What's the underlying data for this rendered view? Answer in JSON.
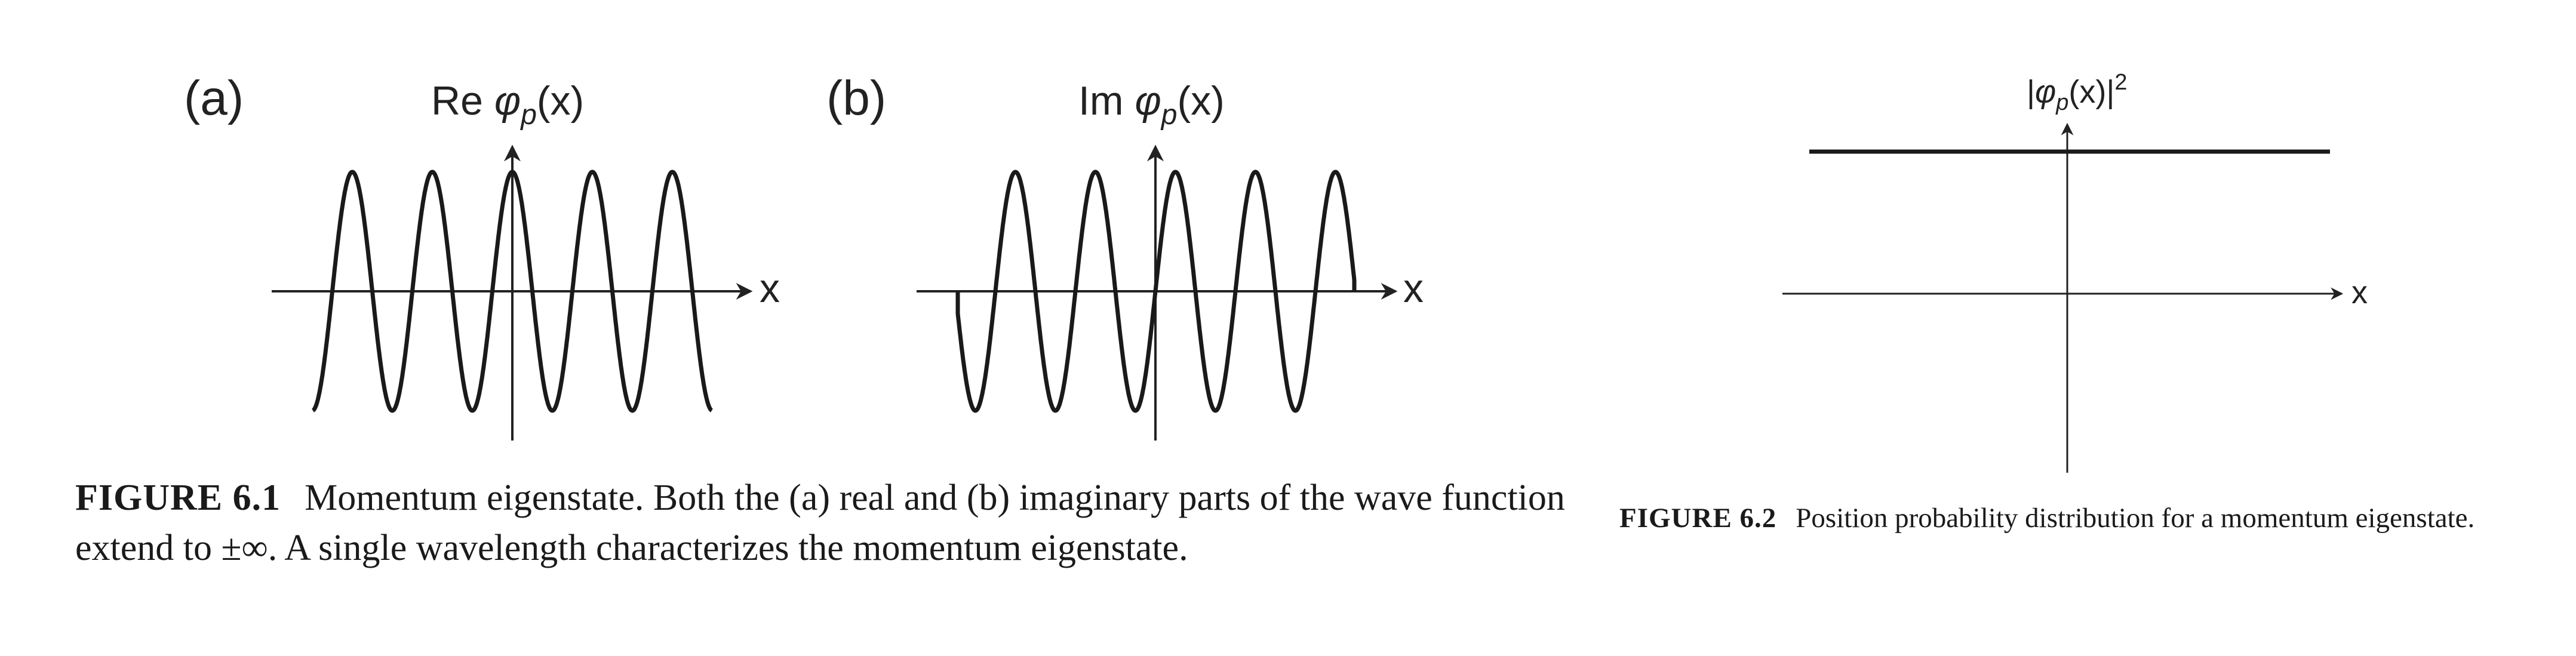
{
  "figure_6_1": {
    "panel_a": {
      "letter": "(a)",
      "ylabel_prefix": "Re ",
      "ylabel_phi": "φ",
      "ylabel_sub": "p",
      "ylabel_arg": "(x)",
      "xlabel": "x"
    },
    "panel_b": {
      "letter": "(b)",
      "ylabel_prefix": "Im ",
      "ylabel_phi": "φ",
      "ylabel_sub": "p",
      "ylabel_arg": "(x)",
      "xlabel": "x"
    },
    "caption": {
      "number": "FIGURE 6.1",
      "text": "Momentum eigenstate. Both the (a) real and (b) imaginary parts of the wave function extend to ±∞. A single wavelength characterizes the momentum eigenstate."
    }
  },
  "figure_6_2": {
    "ylabel_open": "|",
    "ylabel_phi": "φ",
    "ylabel_sub": "p",
    "ylabel_arg": "(x)|",
    "ylabel_sup": "2",
    "xlabel": "x",
    "caption": {
      "number": "FIGURE 6.2",
      "text": "Position probability distribution for a momentum eigenstate."
    }
  },
  "chart_data": [
    {
      "type": "line",
      "function": "cos",
      "cycles_shown": 5,
      "description_of_axes": {
        "xlabel": "x",
        "ylabel": "Re φp(x)"
      }
    },
    {
      "type": "line",
      "function": "sin",
      "cycles_shown": 5,
      "description_of_axes": {
        "xlabel": "x",
        "ylabel": "Im φp(x)"
      }
    },
    {
      "type": "line",
      "function": "constant",
      "description_of_axes": {
        "xlabel": "x",
        "ylabel": "|φp(x)|2"
      }
    }
  ]
}
